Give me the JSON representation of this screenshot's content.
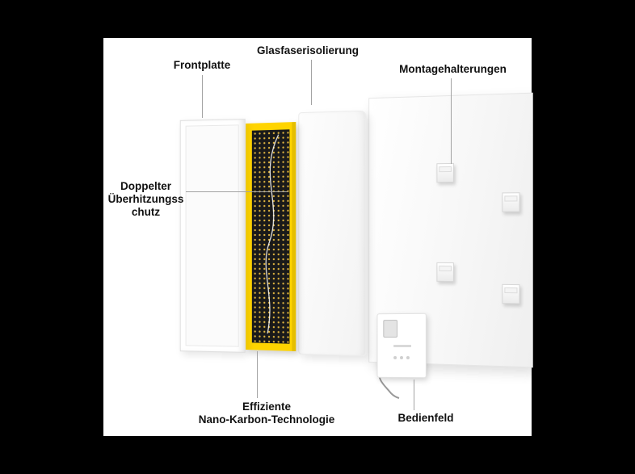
{
  "labels": {
    "frontplatte": "Frontplatte",
    "glasfaserisolierung": "Glasfaserisolierung",
    "montagehalterungen": "Montagehalterungen",
    "ueberhitzungsschutz": {
      "line1": "Doppelter",
      "line2": "Überhitzungss",
      "line3": "chutz"
    },
    "nano_karbon": {
      "line1": "Effiziente",
      "line2": "Nano-Karbon-Technologie"
    },
    "bedienfeld": "Bedienfeld"
  },
  "colors": {
    "outer_background": "#000000",
    "canvas_background": "#ffffff",
    "heater_frame": "#ffd400",
    "heater_core": "#1a1a1a",
    "connector_line": "#a3a3a3",
    "label_text": "#111111"
  }
}
